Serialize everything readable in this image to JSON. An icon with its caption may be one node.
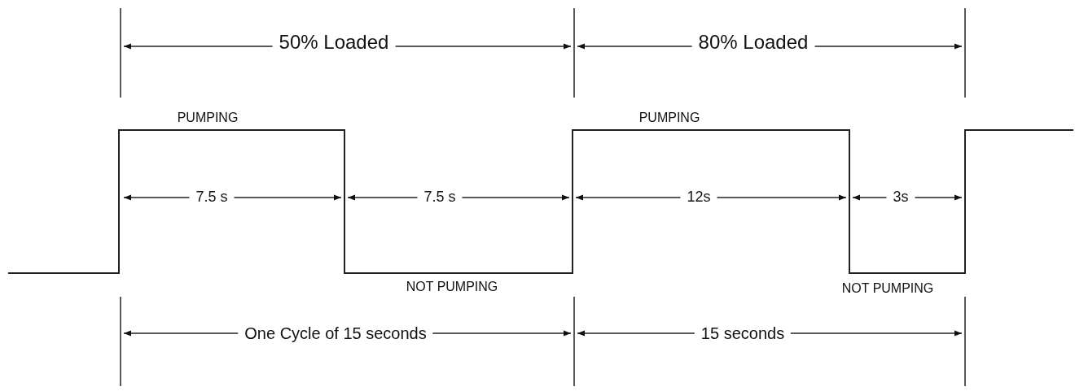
{
  "diagram": {
    "labels": [
      "50% Loaded",
      "80% Loaded",
      "PUMPING",
      "PUMPING",
      "7.5 s",
      "7.5 s",
      "12s",
      "3s",
      "NOT PUMPING",
      "NOT PUMPING",
      "One Cycle of 15 seconds",
      "15 seconds"
    ]
  }
}
